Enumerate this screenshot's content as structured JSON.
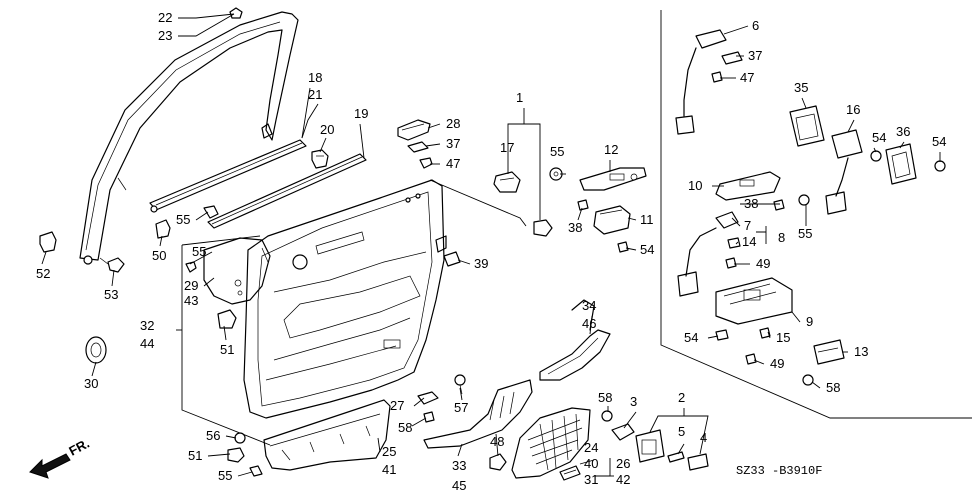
{
  "fr_label": "FR.",
  "diagram_code": "SZ33 -B3910F",
  "callouts": [
    "22",
    "23",
    "18",
    "21",
    "20",
    "19",
    "52",
    "53",
    "50",
    "55",
    "55",
    "29",
    "43",
    "51",
    "32",
    "44",
    "30",
    "28",
    "37",
    "47",
    "1",
    "17",
    "55",
    "12",
    "38",
    "11",
    "54",
    "39",
    "34",
    "46",
    "27",
    "58",
    "57",
    "56",
    "51",
    "55",
    "25",
    "41",
    "33",
    "45",
    "48",
    "24",
    "40",
    "31",
    "26",
    "42",
    "58",
    "3",
    "2",
    "5",
    "4",
    "6",
    "37",
    "47",
    "35",
    "16",
    "54",
    "36",
    "54",
    "10",
    "38",
    "55",
    "7",
    "14",
    "8",
    "49",
    "9",
    "54",
    "15",
    "49",
    "13",
    "58"
  ]
}
